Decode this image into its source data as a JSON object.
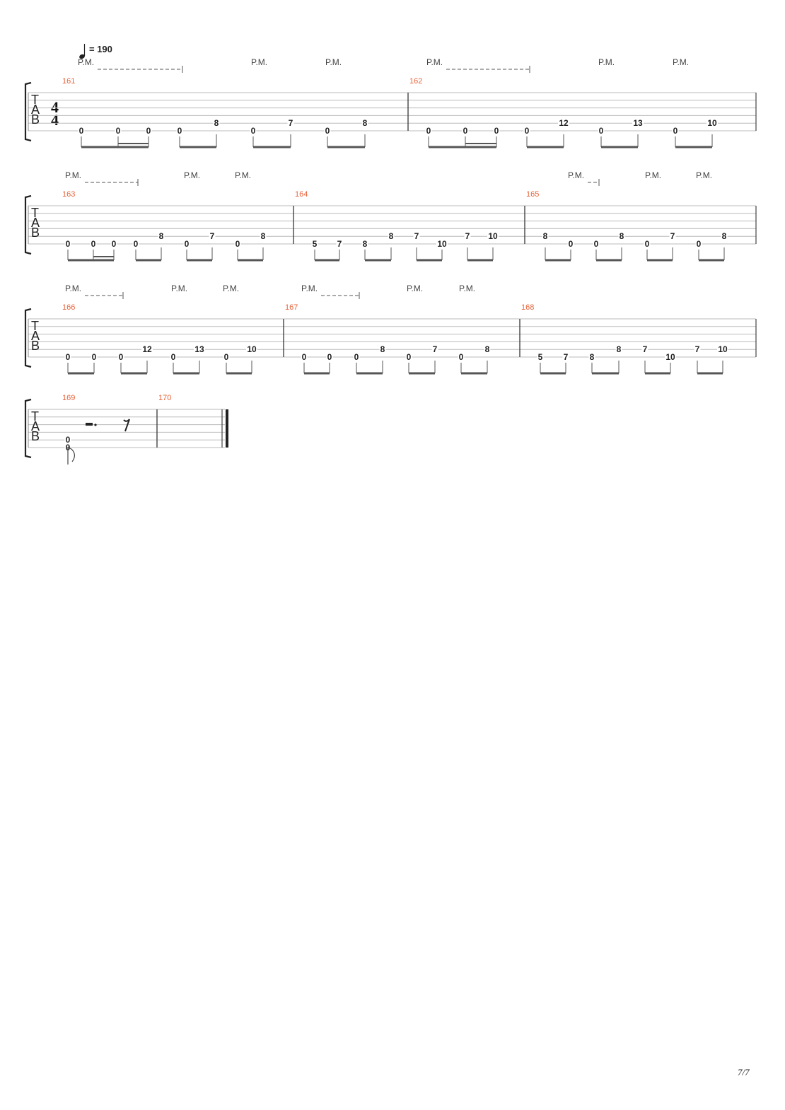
{
  "tempo": {
    "symbol": "♩",
    "text": "= 190"
  },
  "time_signature": {
    "top": "4",
    "bottom": "4"
  },
  "tab_letters": [
    "T",
    "A",
    "B"
  ],
  "page_number": "7/7",
  "colors": {
    "measure_number": "#e8633a",
    "staff_line": "#bbbbbb",
    "ink": "#222222"
  },
  "systems": [
    {
      "palm_mutes": [
        {
          "label": "P.M.",
          "dashed": true
        },
        {
          "label": "P.M.",
          "dashed": false
        },
        {
          "label": "P.M.",
          "dashed": false
        },
        {
          "label": "P.M.",
          "dashed": true
        },
        {
          "label": "P.M.",
          "dashed": false
        },
        {
          "label": "P.M.",
          "dashed": false
        }
      ],
      "measures": [
        {
          "number": "161",
          "notes": [
            {
              "fret": "0",
              "string": 6
            },
            {
              "fret": "0",
              "string": 6
            },
            {
              "fret": "0",
              "string": 6
            },
            {
              "fret": "0",
              "string": 6
            },
            {
              "fret": "8",
              "string": 5
            },
            {
              "fret": "0",
              "string": 6
            },
            {
              "fret": "7",
              "string": 5
            },
            {
              "fret": "0",
              "string": 6
            },
            {
              "fret": "8",
              "string": 5
            }
          ]
        },
        {
          "number": "162",
          "notes": [
            {
              "fret": "0",
              "string": 6
            },
            {
              "fret": "0",
              "string": 6
            },
            {
              "fret": "0",
              "string": 6
            },
            {
              "fret": "0",
              "string": 6
            },
            {
              "fret": "12",
              "string": 5
            },
            {
              "fret": "0",
              "string": 6
            },
            {
              "fret": "13",
              "string": 5
            },
            {
              "fret": "0",
              "string": 6
            },
            {
              "fret": "10",
              "string": 5
            }
          ]
        }
      ]
    },
    {
      "palm_mutes": [
        {
          "label": "P.M.",
          "dashed": true
        },
        {
          "label": "P.M.",
          "dashed": false
        },
        {
          "label": "P.M.",
          "dashed": false
        },
        {
          "label": "P.M.",
          "dashed": true
        },
        {
          "label": "P.M.",
          "dashed": false
        },
        {
          "label": "P.M.",
          "dashed": false
        }
      ],
      "measures": [
        {
          "number": "163",
          "notes": [
            {
              "fret": "0",
              "string": 6
            },
            {
              "fret": "0",
              "string": 6
            },
            {
              "fret": "0",
              "string": 6
            },
            {
              "fret": "0",
              "string": 6
            },
            {
              "fret": "8",
              "string": 5
            },
            {
              "fret": "0",
              "string": 6
            },
            {
              "fret": "7",
              "string": 5
            },
            {
              "fret": "0",
              "string": 6
            },
            {
              "fret": "8",
              "string": 5
            }
          ]
        },
        {
          "number": "164",
          "notes": [
            {
              "fret": "5",
              "string": 6
            },
            {
              "fret": "7",
              "string": 6
            },
            {
              "fret": "8",
              "string": 6
            },
            {
              "fret": "8",
              "string": 5
            },
            {
              "fret": "7",
              "string": 5
            },
            {
              "fret": "10",
              "string": 6
            },
            {
              "fret": "7",
              "string": 5
            },
            {
              "fret": "10",
              "string": 5
            }
          ]
        },
        {
          "number": "165",
          "notes": [
            {
              "fret": "8",
              "string": 5
            },
            {
              "fret": "0",
              "string": 6
            },
            {
              "fret": "0",
              "string": 6
            },
            {
              "fret": "8",
              "string": 5
            },
            {
              "fret": "0",
              "string": 6
            },
            {
              "fret": "7",
              "string": 5
            },
            {
              "fret": "0",
              "string": 6
            },
            {
              "fret": "8",
              "string": 5
            }
          ]
        }
      ]
    },
    {
      "palm_mutes": [
        {
          "label": "P.M.",
          "dashed": true
        },
        {
          "label": "P.M.",
          "dashed": false
        },
        {
          "label": "P.M.",
          "dashed": false
        },
        {
          "label": "P.M.",
          "dashed": true
        },
        {
          "label": "P.M.",
          "dashed": false
        },
        {
          "label": "P.M.",
          "dashed": false
        }
      ],
      "measures": [
        {
          "number": "166",
          "notes": [
            {
              "fret": "0",
              "string": 6
            },
            {
              "fret": "0",
              "string": 6
            },
            {
              "fret": "0",
              "string": 6
            },
            {
              "fret": "12",
              "string": 5
            },
            {
              "fret": "0",
              "string": 6
            },
            {
              "fret": "13",
              "string": 5
            },
            {
              "fret": "0",
              "string": 6
            },
            {
              "fret": "10",
              "string": 5
            }
          ]
        },
        {
          "number": "167",
          "notes": [
            {
              "fret": "0",
              "string": 6
            },
            {
              "fret": "0",
              "string": 6
            },
            {
              "fret": "0",
              "string": 6
            },
            {
              "fret": "8",
              "string": 5
            },
            {
              "fret": "0",
              "string": 6
            },
            {
              "fret": "7",
              "string": 5
            },
            {
              "fret": "0",
              "string": 6
            },
            {
              "fret": "8",
              "string": 5
            }
          ]
        },
        {
          "number": "168",
          "notes": [
            {
              "fret": "5",
              "string": 6
            },
            {
              "fret": "7",
              "string": 6
            },
            {
              "fret": "8",
              "string": 6
            },
            {
              "fret": "8",
              "string": 5
            },
            {
              "fret": "7",
              "string": 5
            },
            {
              "fret": "10",
              "string": 6
            },
            {
              "fret": "7",
              "string": 5
            },
            {
              "fret": "10",
              "string": 5
            }
          ]
        }
      ]
    },
    {
      "palm_mutes": [],
      "measures": [
        {
          "number": "169",
          "notes": [
            {
              "fret": "0",
              "string": 5
            },
            {
              "fret": "0",
              "string": 6
            }
          ],
          "rests": [
            "half-dotted",
            "eighth"
          ]
        },
        {
          "number": "170",
          "notes": []
        }
      ]
    }
  ]
}
